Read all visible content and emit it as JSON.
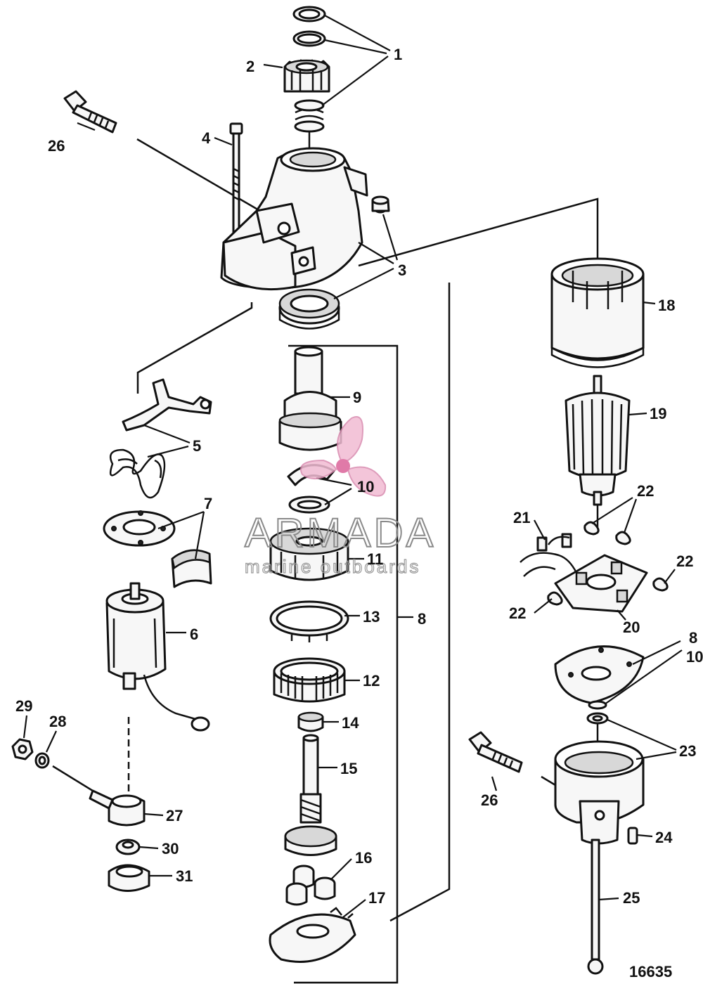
{
  "callouts": {
    "c1": "1",
    "c2": "2",
    "c3": "3",
    "c4": "4",
    "c5": "5",
    "c6": "6",
    "c7": "7",
    "c8a": "8",
    "c8b": "8",
    "c9": "9",
    "c10a": "10",
    "c10b": "10",
    "c11": "11",
    "c12": "12",
    "c13": "13",
    "c14": "14",
    "c15": "15",
    "c16": "16",
    "c17": "17",
    "c18": "18",
    "c19": "19",
    "c20": "20",
    "c21": "21",
    "c22a": "22",
    "c22b": "22",
    "c22c": "22",
    "c23": "23",
    "c24": "24",
    "c25": "25",
    "c26a": "26",
    "c26b": "26",
    "c27": "27",
    "c28": "28",
    "c29": "29",
    "c30": "30",
    "c31": "31"
  },
  "watermark": {
    "title": "ARMADA",
    "subtitle": "marine outboards"
  },
  "reference": "16635",
  "colors": {
    "line": "#111111",
    "watermark_logo": "#f1bcd3",
    "watermark_text": "#8a8a8a"
  }
}
